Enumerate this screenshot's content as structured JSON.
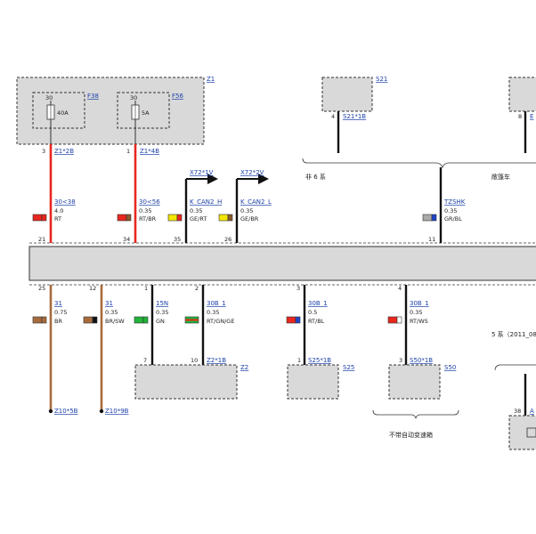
{
  "components": {
    "z1": {
      "ref": "Z1",
      "fuse_a": {
        "ref": "F38",
        "pin": "30",
        "rating": "40A",
        "pin_out": "3",
        "connector": "Z1*2B"
      },
      "fuse_b": {
        "ref": "F56",
        "pin": "30",
        "rating": "5A",
        "pin_out": "1",
        "connector": "Z1*4B"
      }
    },
    "s21": {
      "ref": "S21",
      "pin": "4",
      "connector": "S21*1B"
    },
    "topright": {
      "pin": "8",
      "connector": "E"
    },
    "z2": {
      "ref": "Z2",
      "pin_a": "7",
      "pin_b": "10",
      "connector": "Z2*1B"
    },
    "s25": {
      "ref": "S25",
      "pin": "1",
      "connector": "S25*1B"
    },
    "s50": {
      "ref": "S50",
      "pin": "3",
      "connector": "S50*1B"
    },
    "bottomright": {
      "pin": "38",
      "connector": "A"
    }
  },
  "notes": {
    "non6": "非 6 系",
    "convertible": "敞篷车",
    "series5": "5 系（2011_08",
    "no_auto": "不带自动变速箱"
  },
  "arrows": {
    "x72_1v": "X72*1V",
    "x72_2v": "X72*2V"
  },
  "wires": {
    "w21": {
      "pin": "21",
      "signal": "30<38",
      "size": "4.0",
      "color_code": "RT",
      "color1": "#e8271f",
      "color2": "#e8271f"
    },
    "w34": {
      "pin": "34",
      "signal": "30<56",
      "size": "0.35",
      "color_code": "RT/BR",
      "color1": "#e8271f",
      "color2": "#8b5a2b"
    },
    "w35": {
      "pin": "35",
      "signal": "K_CAN2_H",
      "size": "0.35",
      "color_code": "GE/RT",
      "color1": "#f2e600",
      "color2": "#e8271f"
    },
    "w26": {
      "pin": "26",
      "signal": "K_CAN2_L",
      "size": "0.35",
      "color_code": "GE/BR",
      "color1": "#f2e600",
      "color2": "#8b5a2b"
    },
    "w11": {
      "pin": "11",
      "signal": "TZSHK",
      "size": "0.35",
      "color_code": "GR/BL",
      "color1": "#a9a9a9",
      "color2": "#2045c8"
    },
    "w25": {
      "pin": "25",
      "signal": "31",
      "size": "0.75",
      "color_code": "BR",
      "color1": "#a86b3c",
      "color2": "#a86b3c",
      "end": "Z10*5B"
    },
    "w12": {
      "pin": "12",
      "signal": "31",
      "size": "0.35",
      "color_code": "BR/SW",
      "color1": "#a86b3c",
      "color2": "#111111",
      "end": "Z10*9B"
    },
    "w1": {
      "pin": "1",
      "signal": "15N",
      "size": "0.35",
      "color_code": "GN",
      "color1": "#22b33a",
      "color2": "#22b33a"
    },
    "w2": {
      "pin": "2",
      "signal": "30B_1",
      "size": "0.35",
      "color_code": "RT/GN/GE",
      "color1": "#e8271f",
      "color2": "#22b33a"
    },
    "w3": {
      "pin": "3",
      "signal": "30B_1",
      "size": "0.5",
      "color_code": "RT/BL",
      "color1": "#e8271f",
      "color2": "#2045c8"
    },
    "w4": {
      "pin": "4",
      "signal": "30B_1",
      "size": "0.35",
      "color_code": "RT/WS",
      "color1": "#e8271f",
      "color2": "#ffffff"
    }
  }
}
